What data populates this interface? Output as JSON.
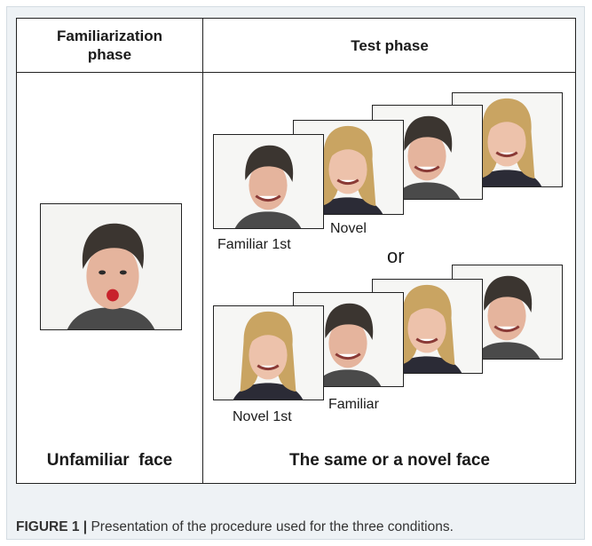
{
  "headers": {
    "familiarization": "Familiarization phase",
    "test": "Test phase"
  },
  "labels": {
    "familiar_first": "Familiar 1st",
    "novel": "Novel",
    "or": "or",
    "novel_first": "Novel 1st",
    "familiar": "Familiar"
  },
  "footers": {
    "left": "Unfamiliar  face",
    "right": "The same or a novel face"
  },
  "caption": {
    "label": "FIGURE 1 |",
    "text": "Presentation of the procedure used for the three conditions."
  },
  "colors": {
    "border": "#222222",
    "panel_bg": "#eef2f5",
    "hair_dark": "#3b3530",
    "hair_blonde": "#c9a462",
    "skin": "#e8b49c"
  }
}
